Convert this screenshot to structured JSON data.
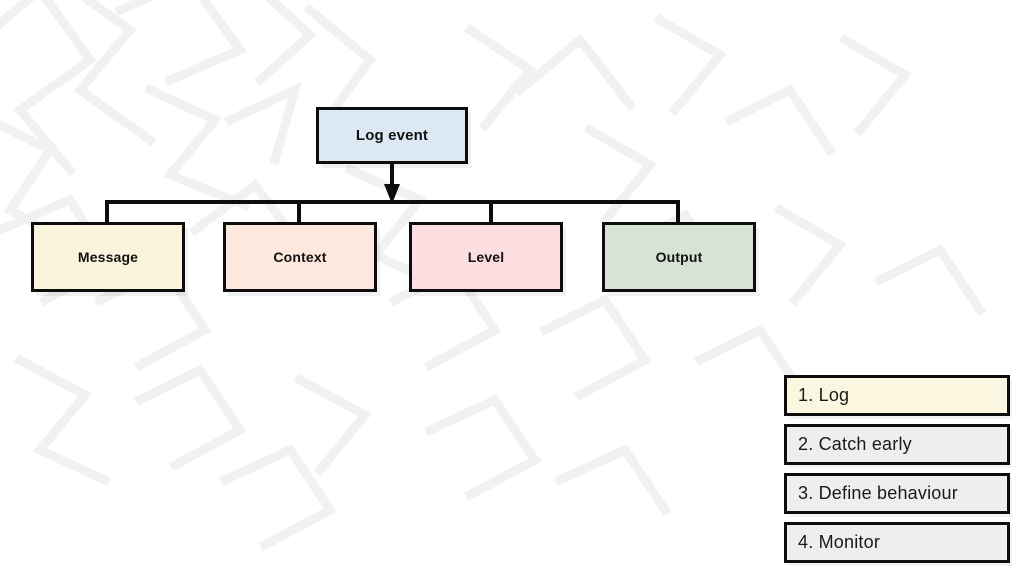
{
  "diagram": {
    "root": {
      "label": "Log event",
      "fill": "#dce9f5"
    },
    "children": [
      {
        "label": "Message",
        "fill": "#fbf4dc"
      },
      {
        "label": "Context",
        "fill": "#fce8dc"
      },
      {
        "label": "Level",
        "fill": "#fcdee1"
      },
      {
        "label": "Output",
        "fill": "#d7e4d5"
      }
    ]
  },
  "steps": [
    {
      "number": "1.",
      "label": "Log",
      "text": "1.  Log",
      "fill": "#fbf6e0"
    },
    {
      "number": "2.",
      "label": "Catch early",
      "text": "2.  Catch early",
      "fill": "#eeeeee"
    },
    {
      "number": "3.",
      "label": "Define behaviour",
      "text": "3.  Define behaviour",
      "fill": "#eeeeee"
    },
    {
      "number": "4.",
      "label": "Monitor",
      "text": "4. Monitor",
      "fill": "#eeeeee"
    }
  ],
  "colors": {
    "background": "#ffffff",
    "stroke": "#0d0d0d",
    "pattern": "#f1f1f1",
    "text": "#111111"
  }
}
